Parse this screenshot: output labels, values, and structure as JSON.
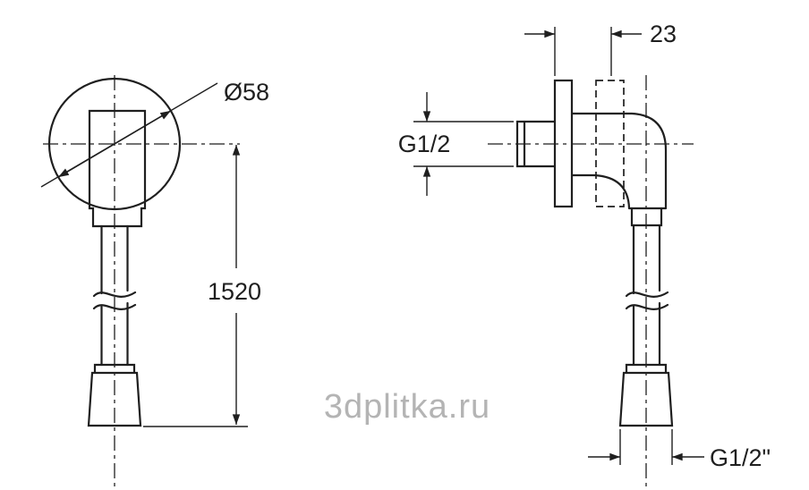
{
  "drawing": {
    "watermark": "3dplitka.ru",
    "front_view": {
      "diameter_label": "Ø58",
      "length_label": "1520"
    },
    "side_view": {
      "depth_label": "23",
      "inlet_thread_label": "G1/2",
      "outlet_thread_label": "G1/2\""
    }
  },
  "colors": {
    "line": "#1f1f1f",
    "watermark": "#b4b4b4",
    "background": "#ffffff"
  }
}
